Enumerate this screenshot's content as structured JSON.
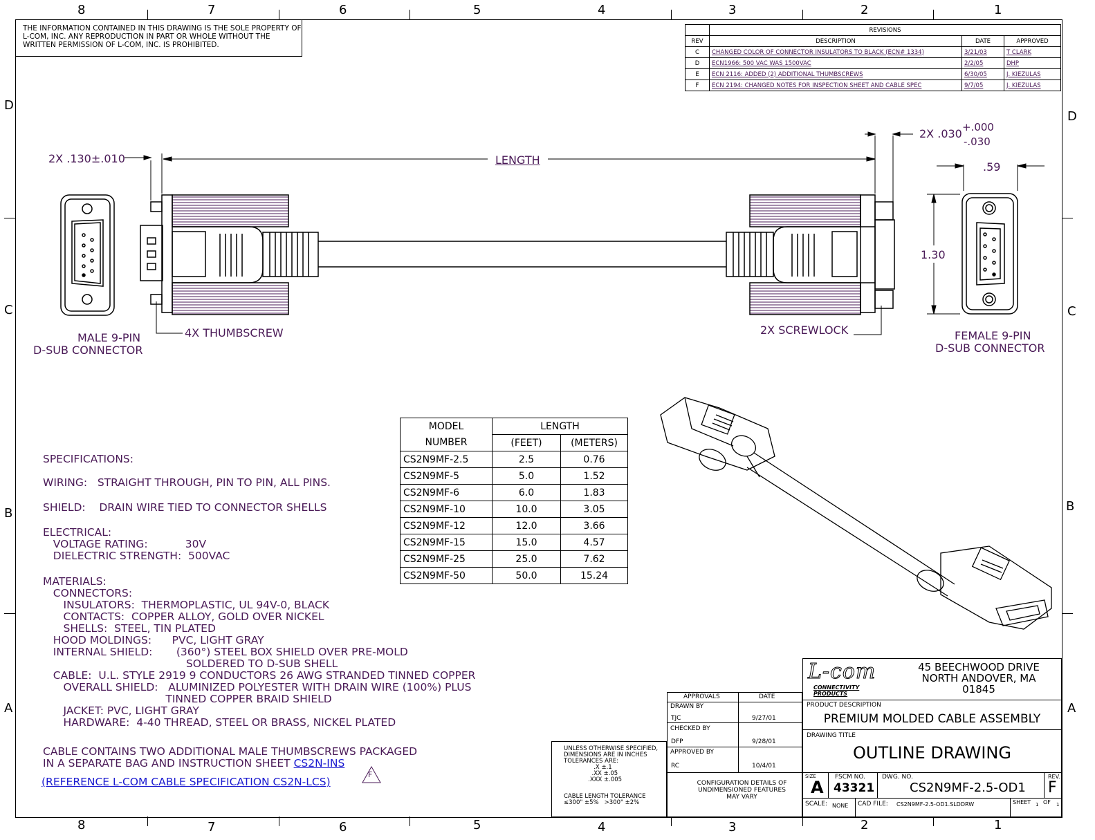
{
  "zones": {
    "columns": [
      "8",
      "7",
      "6",
      "5",
      "4",
      "3",
      "2",
      "1"
    ],
    "rows": [
      "D",
      "C",
      "B",
      "A"
    ]
  },
  "notice": "THE INFORMATION CONTAINED IN THIS DRAWING IS THE SOLE PROPERTY OF L-COM, INC. ANY REPRODUCTION IN PART OR WHOLE WITHOUT THE WRITTEN PERMISSION OF L-COM, INC. IS PROHIBITED.",
  "revisions": {
    "title": "REVISIONS",
    "headers": {
      "rev": "REV",
      "description": "DESCRIPTION",
      "date": "DATE",
      "approved": "APPROVED"
    },
    "rows": [
      {
        "rev": "C",
        "description": "CHANGED COLOR OF CONNECTOR INSULATORS TO BLACK (ECN# 1334)",
        "date": "3/21/03",
        "approved": "T CLARK"
      },
      {
        "rev": "D",
        "description": "ECN1966: 500 VAC WAS 1500VAC",
        "date": "2/2/05",
        "approved": "DHP"
      },
      {
        "rev": "E",
        "description": "ECN 2116: ADDED (2) ADDITIONAL THUMBSCREWS",
        "date": "6/30/05",
        "approved": "J. KIEZULAS"
      },
      {
        "rev": "F",
        "description": "ECN 2194: CHANGED NOTES FOR INSPECTION SHEET AND CABLE SPEC",
        "date": "9/7/05",
        "approved": "J. KIEZULAS"
      }
    ]
  },
  "dimensions": {
    "left_thickness": "2X .130±.010",
    "length": "LENGTH",
    "right_thickness": "2X .030",
    "right_tol_plus": "+.000",
    "right_tol_minus": "-.030",
    "width": ".59",
    "height": "1.30"
  },
  "callouts": {
    "thumbscrew": "4X THUMBSCREW",
    "screwlock": "2X SCREWLOCK",
    "male_line1": "MALE 9-PIN",
    "male_line2": "D-SUB CONNECTOR",
    "female_line1": "FEMALE 9-PIN",
    "female_line2": "D-SUB CONNECTOR"
  },
  "model_table": {
    "h_model": "MODEL",
    "h_number": "NUMBER",
    "h_length": "LENGTH",
    "h_feet": "(FEET)",
    "h_meters": "(METERS)",
    "rows": [
      {
        "model": "CS2N9MF-2.5",
        "feet": "2.5",
        "meters": "0.76"
      },
      {
        "model": "CS2N9MF-5",
        "feet": "5.0",
        "meters": "1.52"
      },
      {
        "model": "CS2N9MF-6",
        "feet": "6.0",
        "meters": "1.83"
      },
      {
        "model": "CS2N9MF-10",
        "feet": "10.0",
        "meters": "3.05"
      },
      {
        "model": "CS2N9MF-12",
        "feet": "12.0",
        "meters": "3.66"
      },
      {
        "model": "CS2N9MF-15",
        "feet": "15.0",
        "meters": "4.57"
      },
      {
        "model": "CS2N9MF-25",
        "feet": "25.0",
        "meters": "7.62"
      },
      {
        "model": "CS2N9MF-50",
        "feet": "50.0",
        "meters": "15.24"
      }
    ]
  },
  "specs": {
    "title": "SPECIFICATIONS:",
    "wiring": "WIRING:   STRAIGHT THROUGH, PIN TO PIN, ALL PINS.",
    "shield": "SHIELD:    DRAIN WIRE TIED TO CONNECTOR SHELLS",
    "electrical": "ELECTRICAL:\n   VOLTAGE RATING:           30V\n   DIELECTRIC STRENGTH:  500VAC",
    "materials": "MATERIALS:\n   CONNECTORS:\n      INSULATORS:  THERMOPLASTIC, UL 94V-0, BLACK\n      CONTACTS:  COPPER ALLOY, GOLD OVER NICKEL\n      SHELLS:  STEEL, TIN PLATED\n   HOOD MOLDINGS:      PVC, LIGHT GRAY\n   INTERNAL SHIELD:       (360°) STEEL BOX SHIELD OVER PRE-MOLD\n                                          SOLDERED TO D-SUB SHELL\n   CABLE:  U.L. STYLE 2919 9 CONDUCTORS 26 AWG STRANDED TINNED COPPER\n      OVERALL SHIELD:   ALUMINIZED POLYESTER WITH DRAIN WIRE (100%) PLUS\n                                    TINNED COPPER BRAID SHIELD\n      JACKET: PVC, LIGHT GRAY\n      HARDWARE:  4-40 THREAD, STEEL OR BRASS, NICKEL PLATED",
    "note_line1": "CABLE CONTAINS TWO ADDITIONAL MALE THUMBSCREWS PACKAGED",
    "note_line2": "IN A SEPARATE BAG AND INSTRUCTION SHEET ",
    "note_link": "CS2N-INS",
    "ref_link": "(REFERENCE L-COM CABLE SPECIFICATION CS2N-LCS)",
    "rev_flag": "F"
  },
  "title_block": {
    "tolerances": "UNLESS OTHERWISE SPECIFIED,\nDIMENSIONS ARE IN INCHES\nTOLERANCES ARE:\n                .X ±.1\n               .XX ±.05\n             .XXX ±.005",
    "cable_tol": "CABLE LENGTH TOLERANCE\n≤300\" ±5%   >300\" ±2%",
    "approvals": "APPROVALS",
    "date": "DATE",
    "drawn_by": "DRAWN BY",
    "drawn_name": "TJC",
    "drawn_date": "9/27/01",
    "checked_by": "CHECKED BY",
    "checked_name": "DFP",
    "checked_date": "9/28/01",
    "approved_by": "APPROVED BY",
    "approved_name": "RC",
    "approved_date": "10/4/01",
    "config_note": "CONFIGURATION DETAILS OF\nUNDIMENSIONED FEATURES\nMAY VARY",
    "logo": "L-com",
    "logo_sub": "CONNECTIVITY\nPRODUCTS",
    "address": "45 BEECHWOOD DRIVE\nNORTH ANDOVER, MA\n01845",
    "product_desc_label": "PRODUCT DESCRIPTION",
    "product_desc": "PREMIUM MOLDED CABLE ASSEMBLY",
    "drawing_title_label": "DRAWING TITLE",
    "drawing_title": "OUTLINE DRAWING",
    "size_label": "SIZE",
    "size": "A",
    "fscm_label": "FSCM NO.",
    "fscm": "43321",
    "dwg_label": "DWG. NO.",
    "dwg": "CS2N9MF-2.5-OD1",
    "rev_label": "REV.",
    "rev": "F",
    "scale_label": "SCALE:",
    "scale": "NONE",
    "cad_label": "CAD FILE:",
    "cad": "CS2N9MF-2.5-OD1.SLDDRW",
    "sheet_label": "SHEET",
    "sheet": "1",
    "of_label": "OF",
    "of": "1"
  }
}
